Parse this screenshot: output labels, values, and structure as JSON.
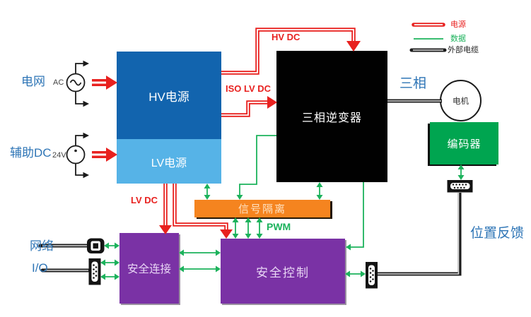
{
  "sources": {
    "grid": {
      "label": "电网",
      "type_label": "AC"
    },
    "aux": {
      "label": "辅助DC",
      "value_label": "24V"
    }
  },
  "io_labels": {
    "network": "网络",
    "io": "I/O"
  },
  "blocks": {
    "hv_supply": {
      "label": "HV电源"
    },
    "lv_supply": {
      "label": "LV电源"
    },
    "inverter": {
      "label": "三相逆变器"
    },
    "signal_isolation": {
      "label": "信号隔离"
    },
    "safety_connection": {
      "label": "安全连接"
    },
    "safety_control": {
      "label": "安全控制"
    },
    "encoder": {
      "label": "编码器"
    },
    "motor": {
      "label": "电机"
    }
  },
  "wire_labels": {
    "hv_dc": "HV DC",
    "iso_lv_dc": "ISO LV DC",
    "lv_dc": "LV DC",
    "pwm": "PWM",
    "three_phase": "三相",
    "position_feedback": "位置反馈"
  },
  "legend": {
    "items": [
      {
        "label": "电源",
        "type": "power"
      },
      {
        "label": "数据",
        "type": "data"
      },
      {
        "label": "外部电缆",
        "type": "external-cable"
      }
    ]
  },
  "colors": {
    "power_red": "#e8211f",
    "data_green": "#1cb25c",
    "cable_black": "#1b1b1b",
    "hv_blue": "#1264ae",
    "lv_blue": "#56b3e7",
    "inverter_black": "#010101",
    "isolation_orange": "#f5841f",
    "safety_purple": "#7a32a5",
    "encoder_green": "#00a550",
    "label_blue": "#2e75b6"
  }
}
